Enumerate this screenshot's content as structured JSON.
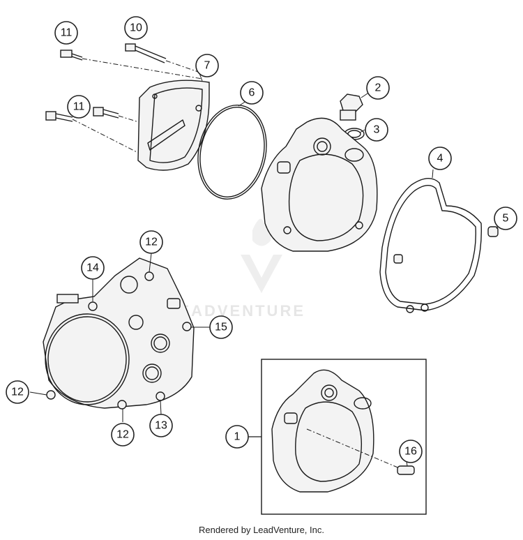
{
  "callouts": {
    "c1": "1",
    "c2": "2",
    "c3": "3",
    "c4": "4",
    "c5": "5",
    "c6": "6",
    "c7": "7",
    "c10": "10",
    "c11a": "11",
    "c11b": "11",
    "c12a": "12",
    "c12b": "12",
    "c12c": "12",
    "c13": "13",
    "c14": "14",
    "c15": "15",
    "c16": "16"
  },
  "watermark": "LEADVENTURE",
  "footer": "Rendered by LeadVenture, Inc."
}
